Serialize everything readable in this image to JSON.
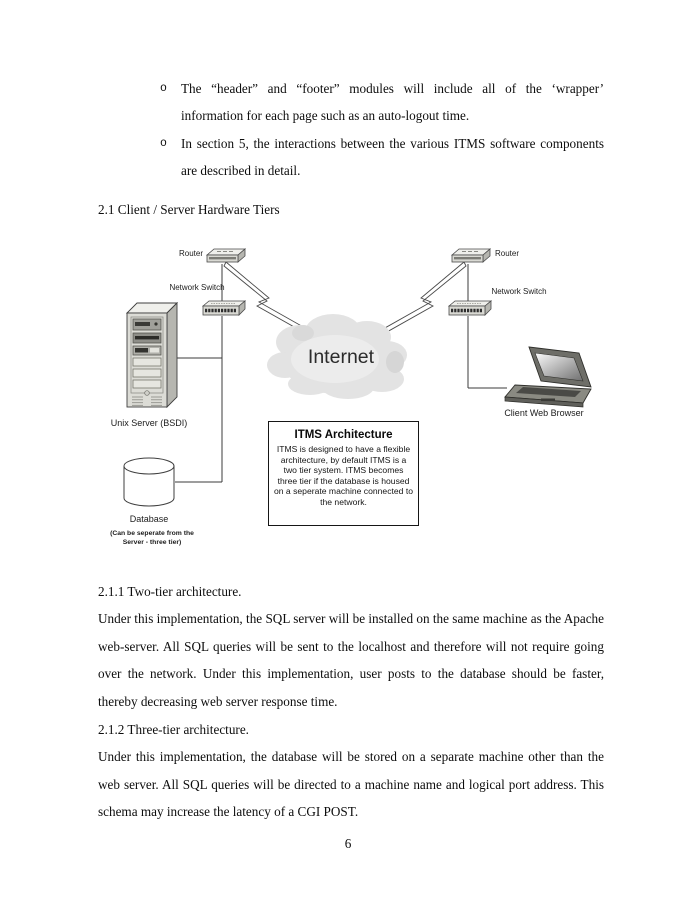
{
  "page": {
    "number": "6"
  },
  "bullets": {
    "marker": "o",
    "items": [
      {
        "text": "The “header” and “footer” modules will include all of the ‘wrapper’ information for each page such as an auto-logout time."
      },
      {
        "text": "In section 5, the interactions between the various ITMS software components are described in detail."
      }
    ]
  },
  "sections": {
    "heading": "2.1 Client / Server Hardware Tiers",
    "s211": {
      "title": "2.1.1 Two-tier architecture.",
      "body": "Under this implementation, the SQL server will be installed on the same machine as the Apache web-server. All SQL queries will be sent to the localhost and therefore will not require going over the network. Under this implementation, user posts to the database should be faster, thereby decreasing web server response time."
    },
    "s212": {
      "title": "2.1.2 Three-tier architecture.",
      "body": "Under this implementation, the database will be stored on a separate machine other than the web server. All SQL queries will be directed to a machine name and logical port address. This schema may increase the latency of a CGI POST."
    }
  },
  "diagram": {
    "labels": {
      "router_left": "Router",
      "router_right": "Router",
      "switch_left": "Network Switch",
      "switch_right": "Network Switch",
      "internet": "Internet",
      "server": "Unix Server (BSDI)",
      "database": "Database",
      "database_note_1": "(Can be seperate from the",
      "database_note_2": "Server - three tier)",
      "client": "Client Web Browser"
    },
    "itms": {
      "title": "ITMS Architecture",
      "body_lines": [
        "ITMS is designed to have a flexible",
        "architecture, by default ITMS is a",
        "two tier system. ITMS becomes",
        "three tier if the database is housed",
        "on a seperate machine connected to",
        "the network."
      ]
    },
    "colors": {
      "paper": "#ffffff",
      "ink": "#0d0d0d",
      "line": "#3b3b3b",
      "device_front": "#d9d9d3",
      "device_top": "#efefeb",
      "device_side": "#b6b6b0",
      "cloud": "#e3e3e3",
      "laptop_body": "#6e6e68"
    }
  }
}
